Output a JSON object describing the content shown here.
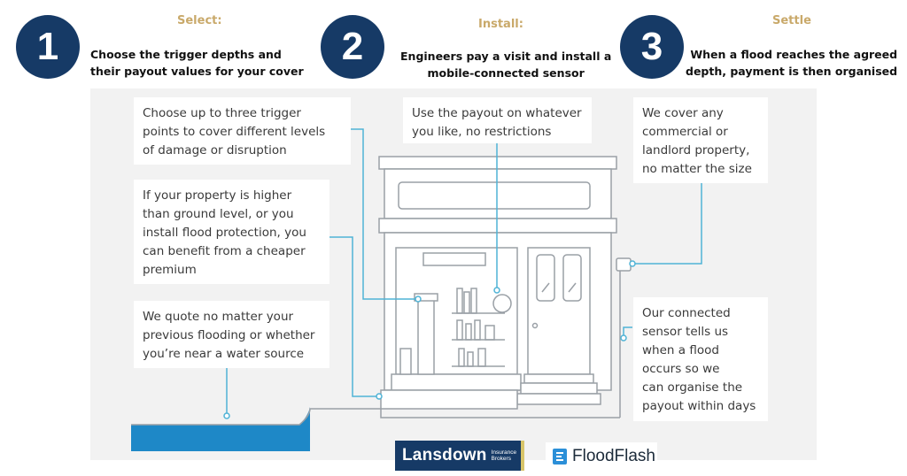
{
  "steps": [
    {
      "number": "1",
      "title": "Select:",
      "lines": [
        "Choose the trigger depths and",
        "their  payout values for your cover"
      ]
    },
    {
      "number": "2",
      "title": "Install:",
      "lines": [
        "Engineers pay a visit and install a",
        "mobile-connected sensor"
      ]
    },
    {
      "number": "3",
      "title": "Settle",
      "lines": [
        "When a flood reaches the agreed",
        "depth, payment is then organised"
      ]
    }
  ],
  "callouts": {
    "trigger_points": [
      "Choose up to three trigger",
      "points to cover different levels",
      "of damage or disruption"
    ],
    "higher_ground": [
      "If your property is higher",
      "than ground level, or you",
      "install flood protection, you",
      "can benefit from a cheaper",
      "premium"
    ],
    "quote": [
      "We quote no matter your",
      "previous flooding or whether",
      "you’re near a water source"
    ],
    "payout_use": [
      "Use the payout on whatever",
      "you like, no restrictions"
    ],
    "cover_any": [
      "We cover any",
      "commercial or",
      "landlord property,",
      "no matter the size"
    ],
    "sensor": [
      "Our connected",
      "sensor tells us",
      "when a flood",
      "occurs so we",
      "can organise the",
      "payout within days"
    ]
  },
  "logos": {
    "lansdown": {
      "word": "Lansdown",
      "sub": [
        "Insurance",
        "Brokers"
      ]
    },
    "floodflash": {
      "word": "FloodFlash"
    }
  },
  "colors": {
    "circle": "#163a66",
    "step_title": "#c9a96a",
    "panel": "#f2f2f2",
    "line": "#4fb3d6",
    "water": "#1e88c7",
    "building": "#9aa0a6"
  }
}
